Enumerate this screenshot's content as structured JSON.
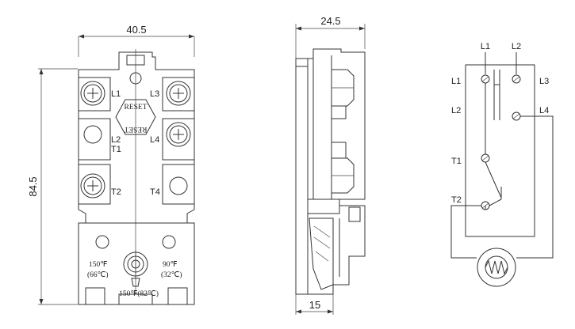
{
  "front_view": {
    "width_dim": "40.5",
    "height_dim": "84.5",
    "reset_top": "RESET",
    "reset_bottom": "RESET",
    "terminals": {
      "l1": "L1",
      "l2": "L2",
      "l3": "L3",
      "l4": "L4",
      "t1": "T1",
      "t2": "T2",
      "t4": "T4"
    },
    "dial": {
      "left_f": "150℉",
      "left_c": "(66℃)",
      "right_f": "90℉",
      "right_c": "(32℃)",
      "bottom": "150℉(82℃)"
    }
  },
  "side_view": {
    "width_dim": "24.5",
    "base_dim": "15"
  },
  "schematic": {
    "labels": {
      "l1_top": "L1",
      "l2_top": "L2",
      "l1": "L1",
      "l2": "L2",
      "l3": "L3",
      "l4": "L4",
      "t1": "T1",
      "t2": "T2"
    }
  }
}
